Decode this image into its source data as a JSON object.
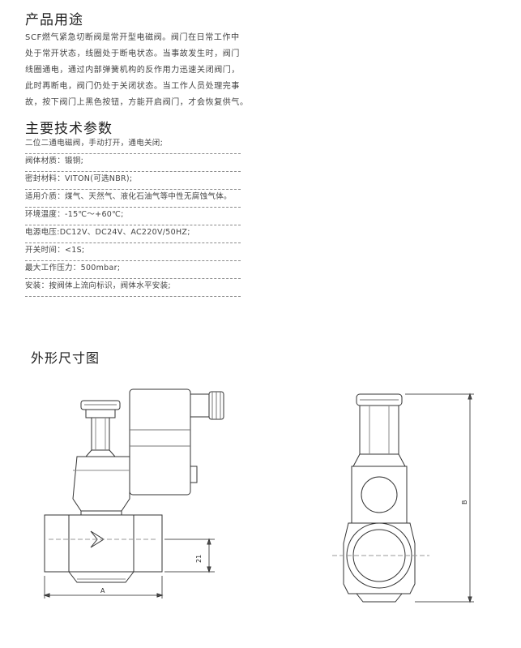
{
  "usage": {
    "title": "产品用途",
    "lines": [
      "SCF燃气紧急切断阀是常开型电磁阀。阀门在日常工作中",
      "处于常开状态，线圈处于断电状态。当事故发生时，阀门",
      "线圈通电，通过内部弹簧机构的反作用力迅速关闭阀门，",
      "此时再断电，阀门仍处于关闭状态。当工作人员处理完事",
      "故，按下阀门上黑色按钮，方能开启阀门，才会恢复供气。"
    ]
  },
  "params": {
    "title": "主要技术参数",
    "rows": [
      "二位二通电磁阀，手动打开，通电关闭;",
      "阀体材质：锻铜;",
      "密封材料：VITON(可选NBR);",
      "适用介质：煤气、天然气、液化石油气等中性无腐蚀气体。",
      "环境温度：-15℃～+60℃;",
      "电源电压:DC12V、DC24V、AC220V/50HZ;",
      "开关时间：<1S;",
      "最大工作压力：500mbar;",
      "安装：按阀体上流向标识，阀体水平安装;"
    ]
  },
  "drawing": {
    "title": "外形尺寸图",
    "dim_a": "A",
    "dim_21": "21",
    "dim_b": "B"
  }
}
